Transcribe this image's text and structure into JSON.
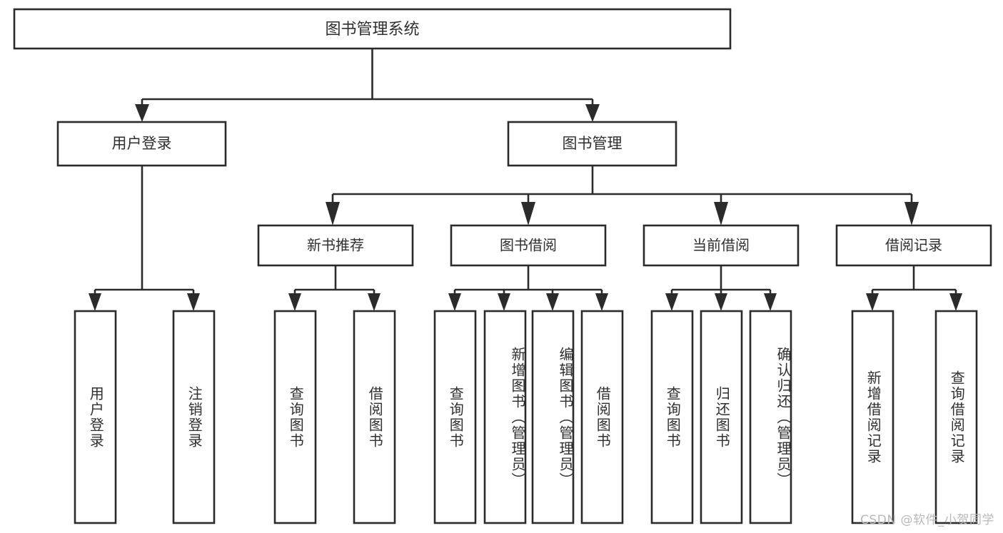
{
  "diagram": {
    "type": "tree",
    "title": "图书管理系统",
    "root": {
      "id": "root",
      "label": "图书管理系统",
      "level": 1
    },
    "level2": [
      {
        "id": "user-login",
        "label": "用户登录"
      },
      {
        "id": "book-management",
        "label": "图书管理"
      }
    ],
    "level3": [
      {
        "id": "new-book-recommend",
        "label": "新书推荐",
        "parent": "book-management"
      },
      {
        "id": "book-borrow",
        "label": "图书借阅",
        "parent": "book-management"
      },
      {
        "id": "current-borrow",
        "label": "当前借阅",
        "parent": "book-management"
      },
      {
        "id": "borrow-record",
        "label": "借阅记录",
        "parent": "book-management"
      }
    ],
    "leaves": [
      {
        "id": "leaf-user-login",
        "label": "用户登录",
        "parent": "user-login"
      },
      {
        "id": "leaf-logout-login",
        "label": "注销登录",
        "parent": "user-login"
      },
      {
        "id": "leaf-query-book-1",
        "label": "查询图书",
        "parent": "new-book-recommend"
      },
      {
        "id": "leaf-borrow-book-1",
        "label": "借阅图书",
        "parent": "new-book-recommend"
      },
      {
        "id": "leaf-query-book-2",
        "label": "查询图书",
        "parent": "book-borrow"
      },
      {
        "id": "leaf-add-book",
        "label": "新增图书（管理员）",
        "parent": "book-borrow"
      },
      {
        "id": "leaf-edit-book",
        "label": "编辑图书（管理员）",
        "parent": "book-borrow"
      },
      {
        "id": "leaf-borrow-book-2",
        "label": "借阅图书",
        "parent": "book-borrow"
      },
      {
        "id": "leaf-query-book-3",
        "label": "查询图书",
        "parent": "current-borrow"
      },
      {
        "id": "leaf-return-book",
        "label": "归还图书",
        "parent": "current-borrow"
      },
      {
        "id": "leaf-confirm-return",
        "label": "确认归还（管理员）",
        "parent": "current-borrow"
      },
      {
        "id": "leaf-add-record",
        "label": "新增借阅记录",
        "parent": "borrow-record"
      },
      {
        "id": "leaf-query-record",
        "label": "查询借阅记录",
        "parent": "borrow-record"
      }
    ],
    "colors": {
      "stroke": "#2b2b2b",
      "box_fill": "#ffffff",
      "text": "#2f2f2f",
      "background": "#ffffff",
      "watermark": "#b9b9b9"
    }
  },
  "watermark": {
    "text": "CSDN @软件_小贺同学"
  }
}
